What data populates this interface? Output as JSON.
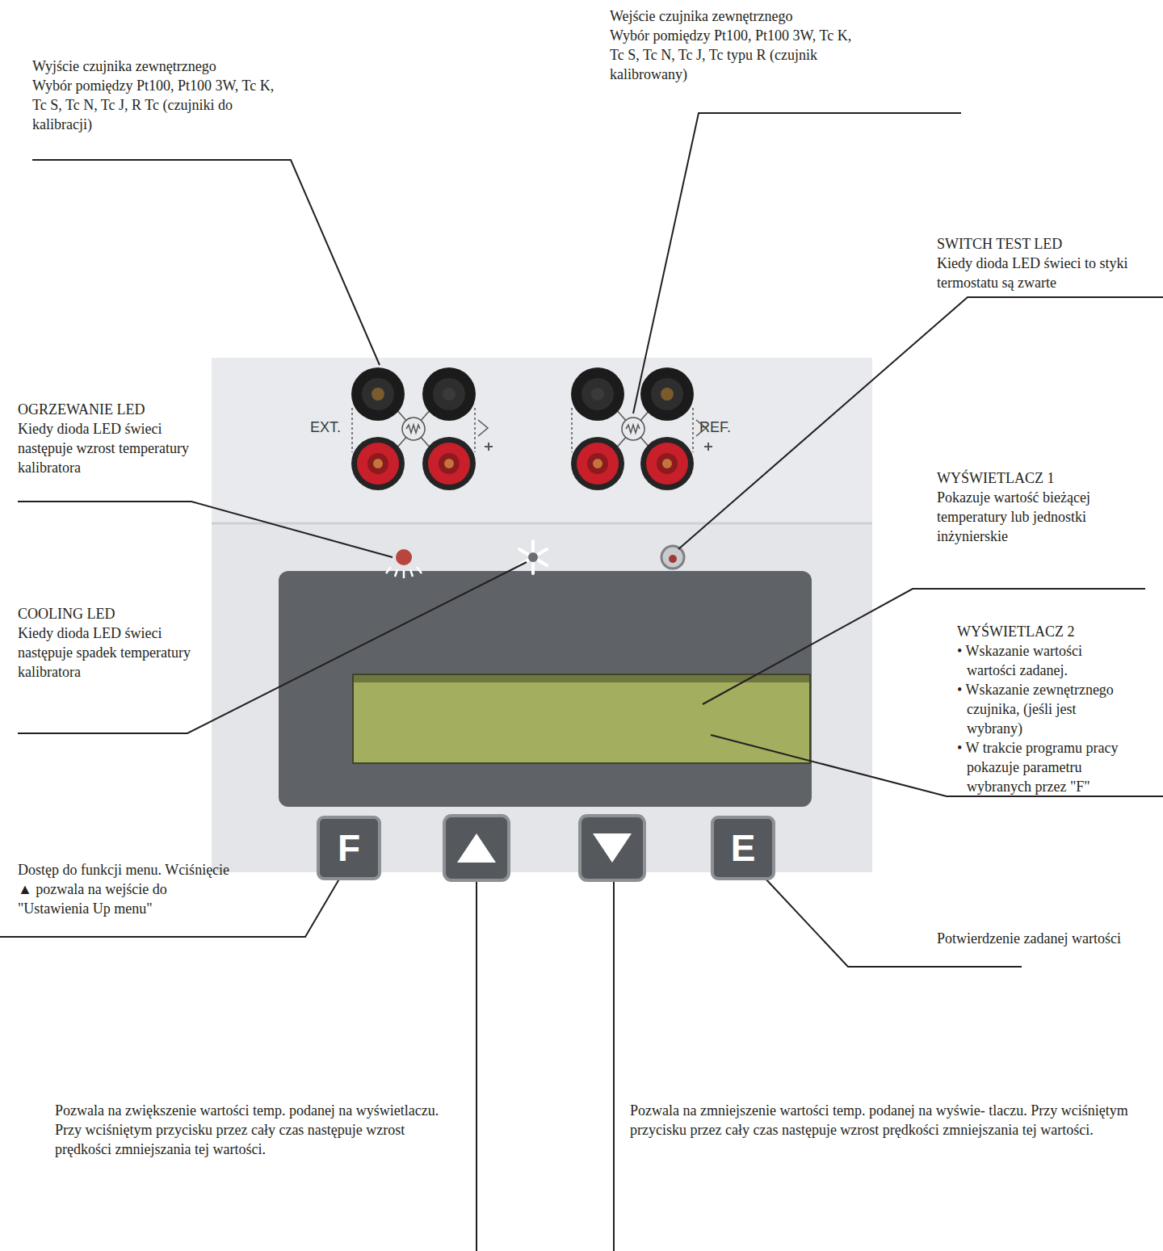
{
  "diagram": {
    "nodes": [
      {
        "text": [
          "F"
        ]
      },
      {
        "text": [
          "E"
        ]
      }
    ],
    "labels": [
      "Wyjście czujnika zewnętrznego",
      "Wybór pomiędzy Pt100, Pt100 3W, Tc K, Tc S, Tc N, Tc J, R Tc (czujniki do kalibracji)",
      "Wejście czujnika zewnętrznego",
      "Wybór pomiędzy Pt100, Pt100 3W, Tc K, Tc S, Tc N, Tc J, Tc typu R (czujnik kalibrowany)",
      "SWITCH TEST LED",
      "Kiedy dioda LED świeci to styki termostatu są zwarte",
      "OGRZEWANIE LED",
      "Kiedy dioda LED świeci następuje wzrost temperatury kalibratora",
      "WYŚWIETLACZ 1",
      "Pokazuje wartość bieżącej temperatury lub jednostki inżynierskie",
      "COOLING LED",
      "Kiedy dioda LED świeci następuje spadek temperatury kalibratora",
      "WYŚWIETLACZ 2",
      "• Wskazanie wartości wartości zadanej.",
      "• Wskazanie zewnętrznego czujnika, (jeśli jest wybrany)",
      "• W trakcie programu pracy pokazuje parametru wybranych przez \"F\"",
      "Dostęp do funkcji menu. Wciśnięcie ▲ pozwala na wejście do \"Ustawienia Up menu\"",
      "Potwierdzenie zadanej wartości",
      "Pozwala na zwiększenie wartości temp. podanej na wyświetlaczu. Przy wciśniętym przycisku przez cały czas następuje wzrost prędkości zmniejszania tej wartości.",
      "Pozwala na zmniejszenie wartości temp. podanej na wyświe- tlaczu. Przy wciśniętym przycisku przez cały czas następuje wzrost prędkości zmniejszania tej wartości.",
      "EXT.",
      "REF."
    ]
  }
}
